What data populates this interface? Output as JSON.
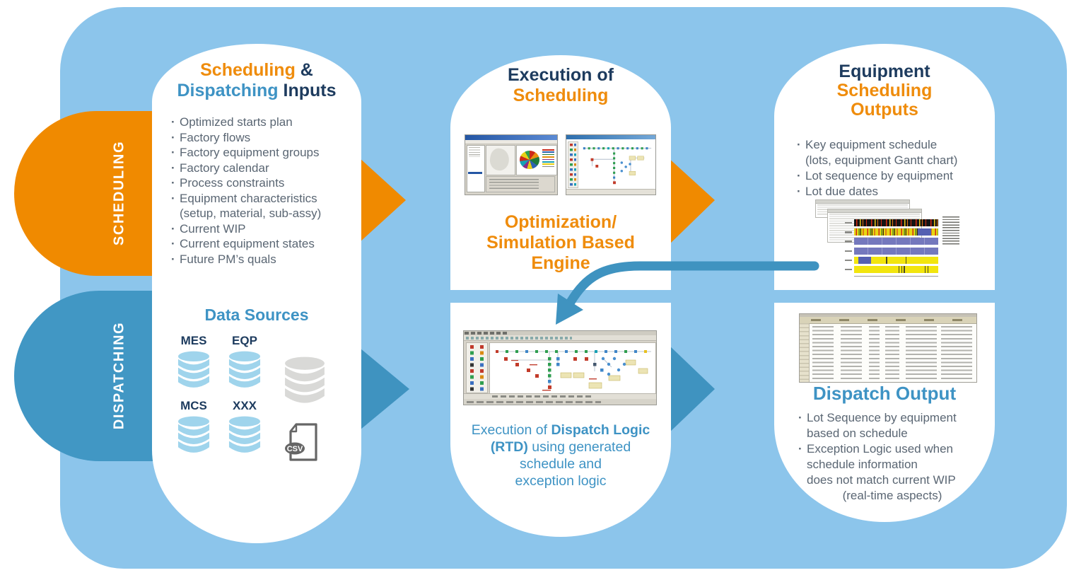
{
  "palette": {
    "panel_bg": "#8cc5eb",
    "orange": "#f08a00",
    "blue": "#4197c4",
    "navy": "#1d3b5e",
    "link_blue": "#3e93c4",
    "body_text": "#5a6673"
  },
  "side_tabs": {
    "scheduling": "SCHEDULING",
    "dispatching": "DISPATCHING"
  },
  "inputs_col": {
    "title": {
      "p1": "Scheduling",
      "amp": " &",
      "p2": "Dispatching",
      "p3": " Inputs"
    },
    "bullets": [
      "Optimized starts plan",
      "Factory flows",
      "Factory equipment groups",
      "Factory calendar",
      "Process constraints",
      "Equipment characteristics",
      "(setup, material, sub-assy)",
      "Current WIP",
      "Current equipment states",
      "Future PM’s quals"
    ],
    "data_sources": {
      "title": "Data Sources",
      "db1": "MES",
      "db2": "EQP",
      "db3": "MCS",
      "db4": "XXX",
      "csv": "CSV"
    }
  },
  "engine_col": {
    "title": {
      "l1": "Execution of",
      "l2": "Scheduling"
    },
    "engine": {
      "l1": "Optimization/",
      "l2": "Simulation Based",
      "l3": "Engine"
    },
    "dispatch_caption": {
      "s1": "Execution of ",
      "b1": "Dispatch Logic",
      "b2": "(RTD)",
      "s2": " using generated",
      "s3": "schedule and",
      "s4": "exception logic"
    }
  },
  "outputs_col": {
    "title": {
      "l1": "Equipment",
      "l2": "Scheduling",
      "l3": "Outputs"
    },
    "bullets": [
      "Key equipment schedule",
      "(lots, equipment Gantt chart)",
      "Lot sequence by equipment",
      "Lot due dates"
    ],
    "dispatch_output": {
      "title": "Dispatch Output",
      "bullets": [
        "Lot Sequence by equipment",
        "based on schedule",
        "Exception Logic used when",
        "schedule information",
        "does not match current WIP",
        "(real-time aspects)"
      ]
    }
  }
}
